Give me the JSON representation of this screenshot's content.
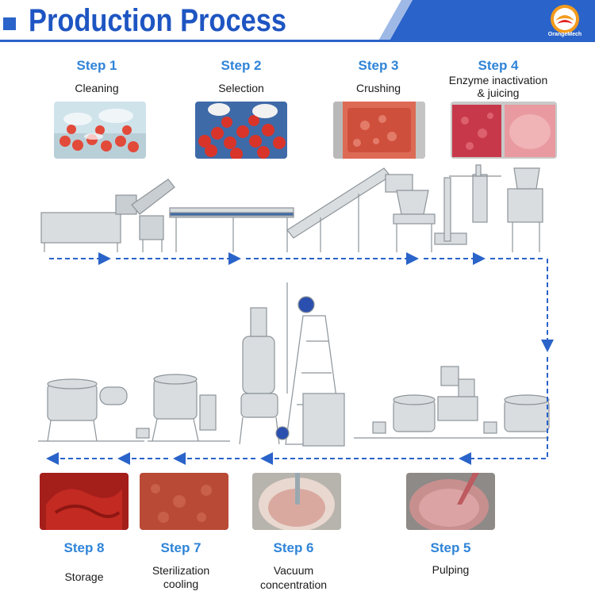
{
  "header": {
    "title": "Production Process",
    "logo_text": "OrangeMech",
    "colors": {
      "accent": "#2a63c9",
      "title": "#1e55c2",
      "step": "#2f84d8"
    }
  },
  "steps": [
    {
      "number": "Step 1",
      "caption": "Cleaning"
    },
    {
      "number": "Step 2",
      "caption": "Selection"
    },
    {
      "number": "Step 3",
      "caption": "Crushing"
    },
    {
      "number": "Step 4",
      "caption_line1": "Enzyme inactivation",
      "caption_line2": "& juicing"
    },
    {
      "number": "Step 5",
      "caption": "Pulping"
    },
    {
      "number": "Step 6",
      "caption_line1": "Vacuum",
      "caption_line2": "concentration"
    },
    {
      "number": "Step 7",
      "caption_line1": "Sterilization",
      "caption_line2": "cooling"
    },
    {
      "number": "Step 8",
      "caption": "Storage"
    }
  ],
  "flow": {
    "row1_direction": "right",
    "row2_direction": "left",
    "arrow_color": "#2a63c9"
  }
}
